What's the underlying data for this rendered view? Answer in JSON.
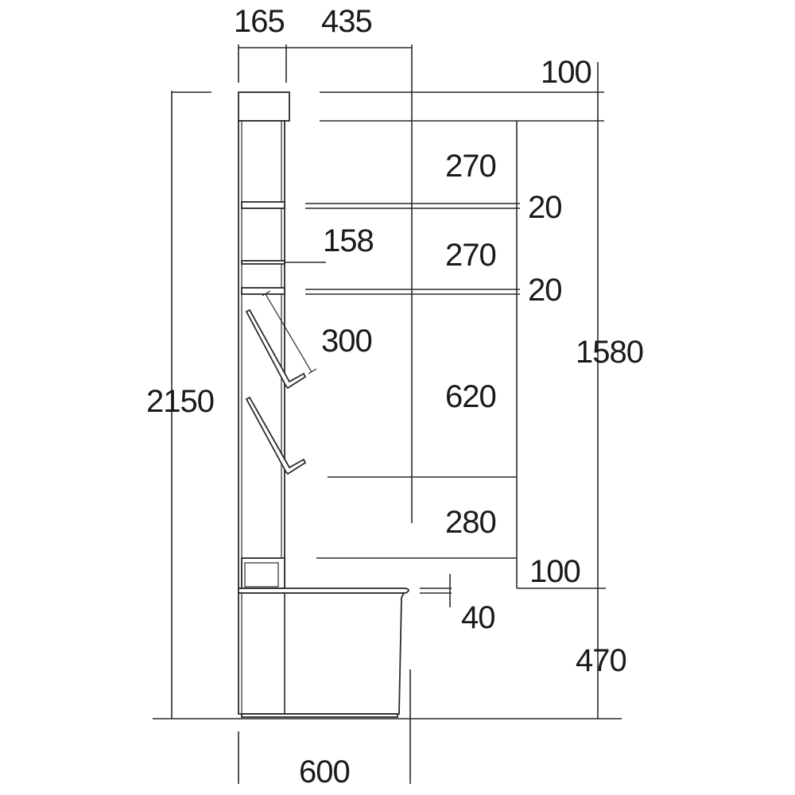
{
  "dimensions": {
    "top_left_width": "165",
    "top_right_width": "435",
    "top_box": "100",
    "shelf_upper": "270",
    "board_upper": "20",
    "shelf_middle": "270",
    "board_middle": "20",
    "rack_pitch": "158",
    "hanger_length": "300",
    "hanging_space": "620",
    "lower_space": "280",
    "cubby_height": "100",
    "counter_thickness": "40",
    "upper_total": "1580",
    "base_height": "470",
    "total_height": "2150",
    "total_depth": "600"
  }
}
